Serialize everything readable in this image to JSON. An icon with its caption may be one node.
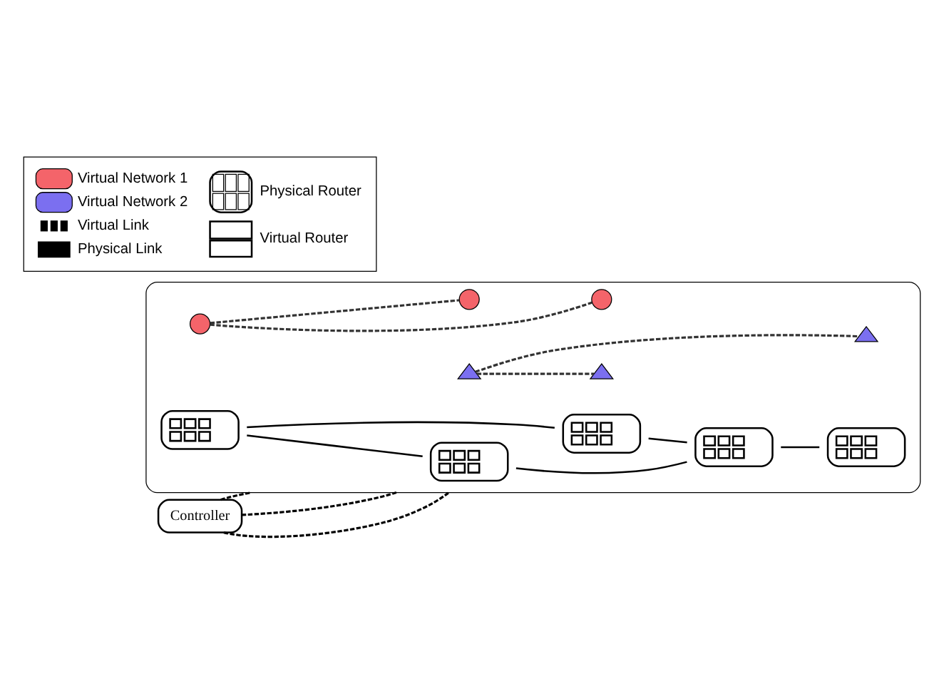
{
  "diagram": {
    "nodes": [
      {
        "text": [],
        "shape": "cloud"
      },
      {
        "text": [],
        "shape": "box",
        "in": 0
      },
      {
        "text": [],
        "shape": "box",
        "in": 0
      },
      {
        "text": [],
        "shape": "box",
        "in": 0
      },
      {
        "text": [],
        "shape": "box",
        "in": 0
      },
      {
        "text": [],
        "shape": "box",
        "in": 0
      },
      {
        "text": [],
        "shape": "circle",
        "in": 0
      },
      {
        "text": [],
        "shape": "triangle",
        "in": 0
      },
      {
        "text": [],
        "shape": "triangle",
        "in": 0
      },
      {
        "text": [],
        "shape": "circle",
        "in": 0
      },
      {
        "text": [],
        "shape": "circle",
        "in": 0
      },
      {
        "text": [],
        "shape": "triangle",
        "in": 0
      },
      {
        "text": [
          "Controller"
        ]
      }
    ],
    "edges": [
      {
        "from": 3,
        "to": 1,
        "arrow": "none"
      },
      {
        "from": 3,
        "to": 5,
        "arrow": "none"
      },
      {
        "from": 1,
        "to": 4,
        "arrow": "none"
      },
      {
        "from": 5,
        "to": 4,
        "arrow": "none"
      },
      {
        "from": 4,
        "to": 2,
        "arrow": "none"
      },
      {
        "from": 9,
        "to": 6,
        "arrow": "none",
        "style": "dashed",
        "color": "#333333"
      },
      {
        "from": 9,
        "to": 10,
        "arrow": "none",
        "style": "dashed",
        "color": "#333333"
      },
      {
        "from": 7,
        "to": 8,
        "arrow": "none",
        "style": "dashed",
        "color": "#333333"
      },
      {
        "from": 7,
        "to": 11,
        "arrow": "none",
        "style": "dashed",
        "color": "#333333"
      },
      {
        "from": 12,
        "to": 0,
        "arrow": "none",
        "style": "dashed"
      },
      {
        "from": 12,
        "to": 0,
        "arrow": "none",
        "style": "dashed"
      },
      {
        "from": 12,
        "to": 0,
        "arrow": "none",
        "style": "dashed"
      }
    ],
    "legend": [
      {
        "text": "Virtual Network 1",
        "color": "#f4646a"
      },
      {
        "text": "Virtual Network 2",
        "color": "#7b6ff0"
      },
      {
        "text": "Virtual Link"
      },
      {
        "text": "Physical Link"
      },
      {
        "text": "Physical Router"
      },
      {
        "text": "Virtual Router"
      }
    ]
  }
}
